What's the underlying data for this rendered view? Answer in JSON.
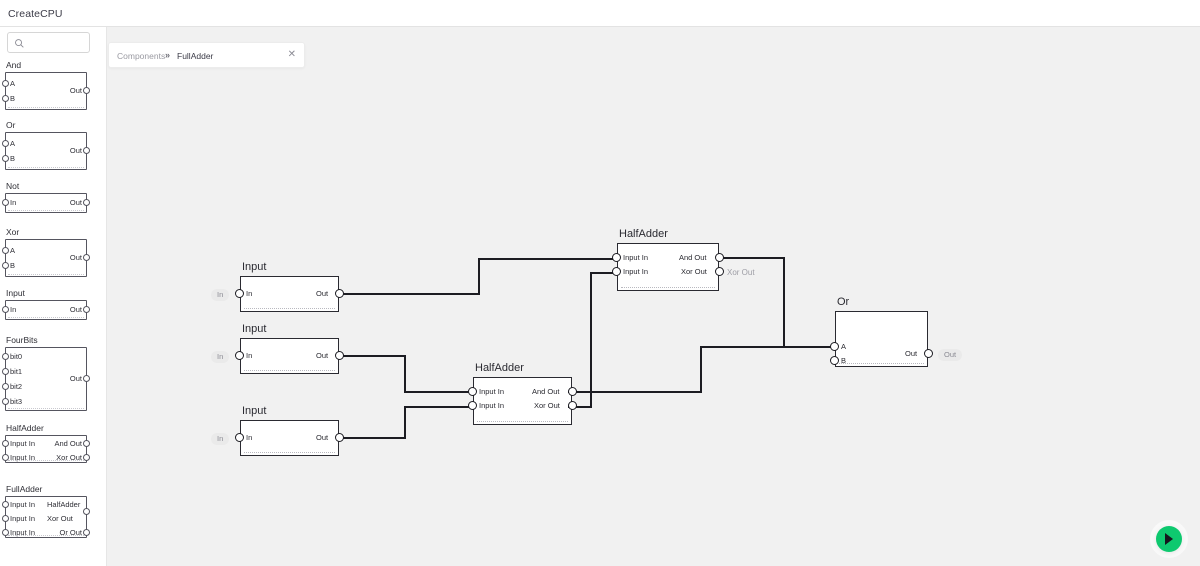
{
  "app": {
    "title": "CreateCPU"
  },
  "sidebar": {
    "search": {
      "placeholder": "",
      "icon": "search-icon"
    },
    "components": [
      {
        "name": "And",
        "inputs": [
          "A",
          "B"
        ],
        "outputs": [
          "Out"
        ]
      },
      {
        "name": "Or",
        "inputs": [
          "A",
          "B"
        ],
        "outputs": [
          "Out"
        ]
      },
      {
        "name": "Not",
        "inputs": [
          "In"
        ],
        "outputs": [
          "Out"
        ]
      },
      {
        "name": "Xor",
        "inputs": [
          "A",
          "B"
        ],
        "outputs": [
          "Out"
        ]
      },
      {
        "name": "Input",
        "inputs": [
          "In"
        ],
        "outputs": [
          "Out"
        ]
      },
      {
        "name": "FourBits",
        "inputs": [
          "bit0",
          "bit1",
          "bit2",
          "bit3"
        ],
        "outputs": [
          "Out"
        ]
      },
      {
        "name": "HalfAdder",
        "inputs": [
          "Input In",
          "Input In"
        ],
        "outputs": [
          "And Out",
          "Xor Out"
        ]
      },
      {
        "name": "FullAdder",
        "inputs": [
          "Input In",
          "Input In",
          "Input In"
        ],
        "outputs": [
          "HalfAdder",
          "Xor Out",
          "Or Out"
        ]
      }
    ]
  },
  "canvas": {
    "breadcrumb": {
      "root": "Components",
      "separator": "»",
      "current": "FullAdder",
      "close": "✕"
    },
    "nodes": [
      {
        "id": "input1",
        "title": "Input",
        "ext_left": "In",
        "inputs": [
          "In"
        ],
        "outputs": [
          "Out"
        ]
      },
      {
        "id": "input2",
        "title": "Input",
        "ext_left": "In",
        "inputs": [
          "In"
        ],
        "outputs": [
          "Out"
        ]
      },
      {
        "id": "input3",
        "title": "Input",
        "ext_left": "In",
        "inputs": [
          "In"
        ],
        "outputs": [
          "Out"
        ]
      },
      {
        "id": "halfadder_top",
        "title": "HalfAdder",
        "ext_right": "Xor Out",
        "inputs": [
          "Input In",
          "Input In"
        ],
        "outputs": [
          "And Out",
          "Xor Out"
        ]
      },
      {
        "id": "halfadder_bottom",
        "title": "HalfAdder",
        "inputs": [
          "Input In",
          "Input In"
        ],
        "outputs": [
          "And Out",
          "Xor Out"
        ]
      },
      {
        "id": "or",
        "title": "Or",
        "ext_right": "Out",
        "inputs": [
          "A",
          "B"
        ],
        "outputs": [
          "Out"
        ]
      }
    ],
    "run_button": {
      "icon": "play-icon",
      "color": "#0ec96f"
    }
  },
  "colors": {
    "canvas_bg": "#f1f1f1",
    "panel_bg": "#ffffff",
    "node_border": "#2a2a31",
    "wire": "#1c1c22",
    "accent_green": "#0ec96f",
    "muted_text": "#9a9aa2"
  }
}
